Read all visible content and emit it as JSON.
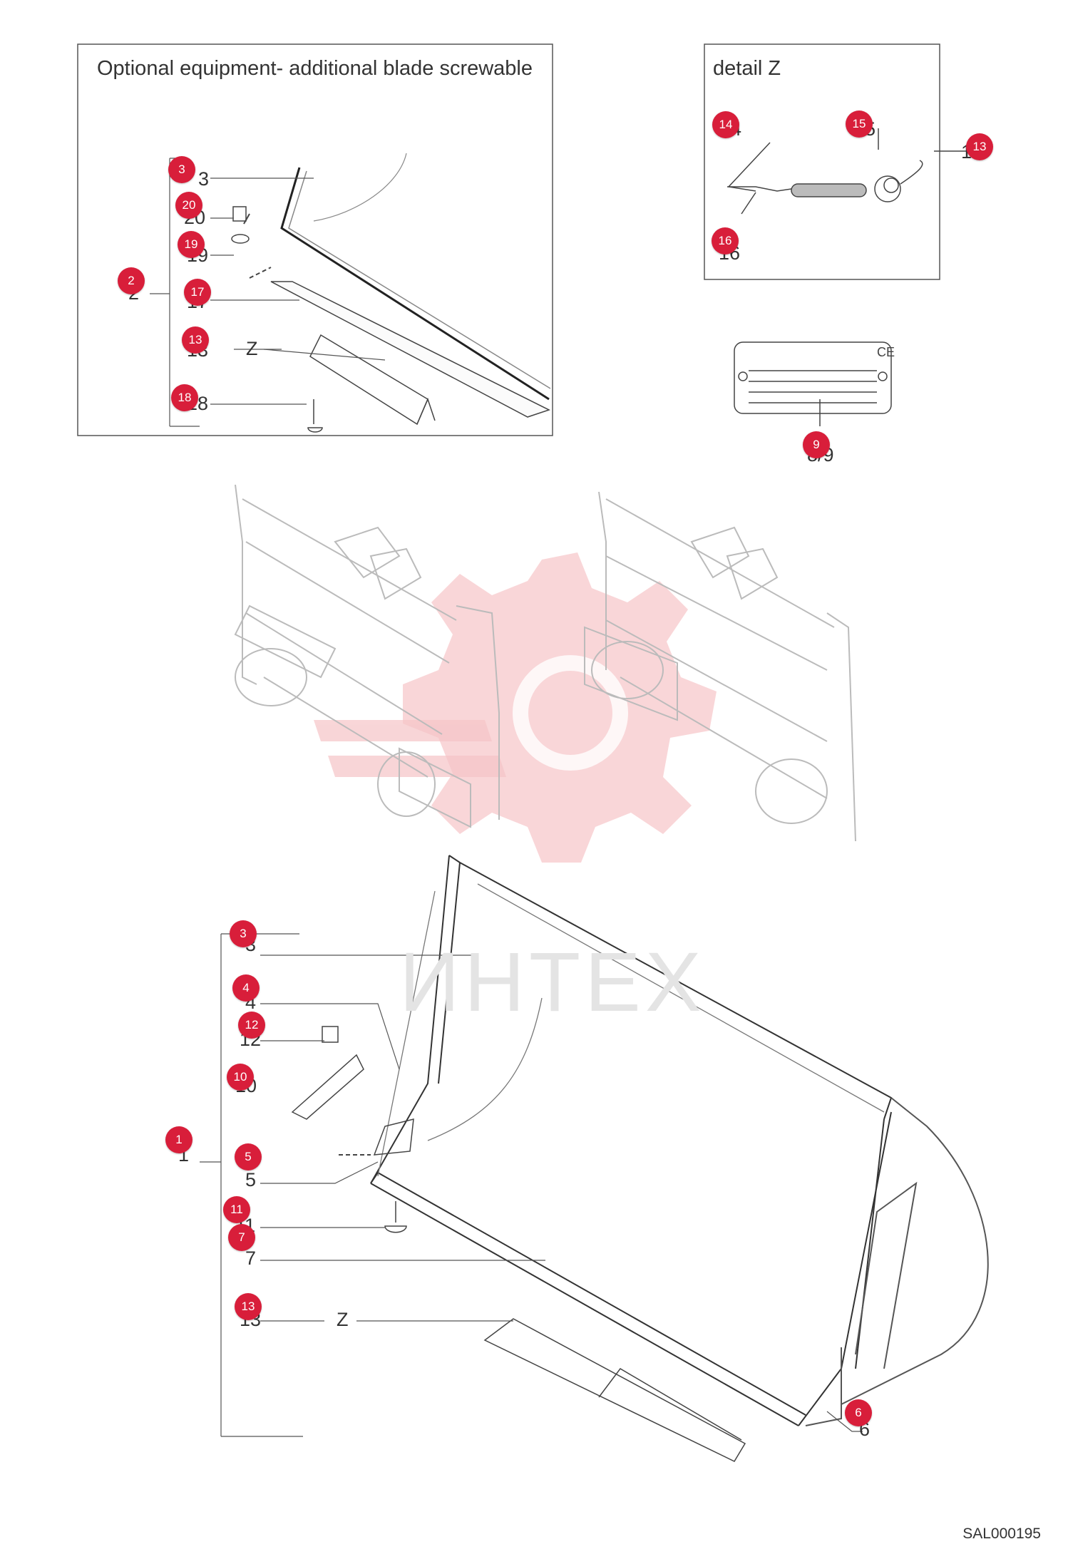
{
  "boxes": {
    "optional": {
      "title": "Optional equipment- additional blade screwable"
    },
    "detail": {
      "title": "detail Z"
    }
  },
  "watermark": {
    "text": "ИНТЕХ",
    "color": "#f4b4b8"
  },
  "drawing_code": "SAL000195",
  "accent_color": "#d81e3a",
  "labels": {
    "z_top": "Z",
    "z_bottom": "Z",
    "n3_top": "3",
    "n20": "20",
    "n19": "19",
    "n2": "2",
    "n17": "17",
    "n13_top": "13",
    "n18": "18",
    "n14": "14",
    "n15": "15",
    "n13_detail": "13",
    "n16": "16",
    "n8_9": "8/9",
    "n3_bot": "3",
    "n4": "4",
    "n12": "12",
    "n10": "10",
    "n1": "1",
    "n5": "5",
    "n11": "11",
    "n7": "7",
    "n13_bot": "13",
    "n6": "6"
  },
  "badges": [
    "3",
    "20",
    "19",
    "2",
    "17",
    "13",
    "18",
    "14",
    "15",
    "13",
    "16",
    "9",
    "3",
    "4",
    "12",
    "10",
    "1",
    "5",
    "11",
    "7",
    "13",
    "6"
  ]
}
